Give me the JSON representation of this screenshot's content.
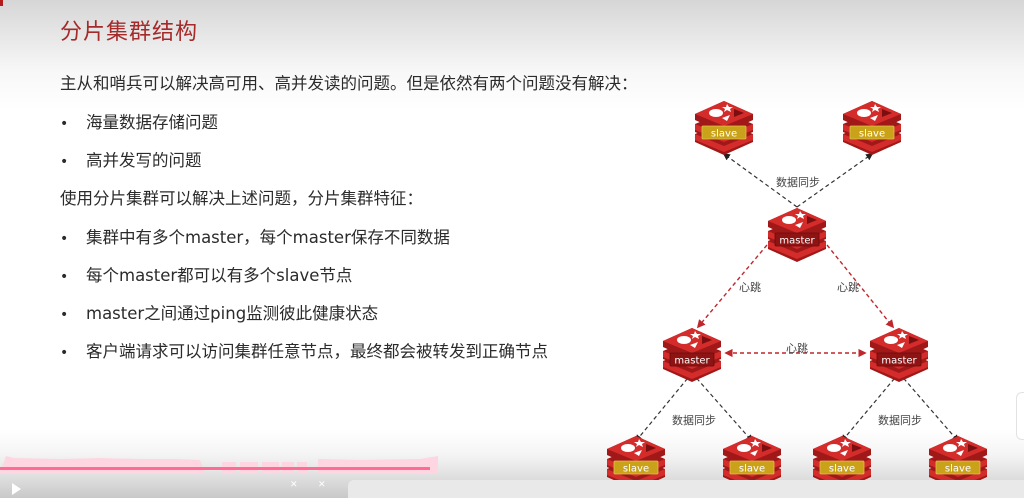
{
  "slide": {
    "title": "分片集群结构",
    "intro": "主从和哨兵可以解决高可用、高并发读的问题。但是依然有两个问题没有解决：",
    "problems": [
      "海量数据存储问题",
      "高并发写的问题"
    ],
    "solution_intro": "使用分片集群可以解决上述问题，分片集群特征：",
    "features": [
      "集群中有多个master，每个master保存不同数据",
      "每个master都可以有多个slave节点",
      "master之间通过ping监测彼此健康状态",
      "客户端请求可以访问集群任意节点，最终都会被转发到正确节点"
    ],
    "bullet_symbol": "•"
  },
  "diagram": {
    "nodes": [
      {
        "id": "slave-top-left",
        "label": "slave",
        "role": "slave"
      },
      {
        "id": "slave-top-right",
        "label": "slave",
        "role": "slave"
      },
      {
        "id": "master-top",
        "label": "master",
        "role": "master"
      },
      {
        "id": "master-left",
        "label": "master",
        "role": "master"
      },
      {
        "id": "master-right",
        "label": "master",
        "role": "master"
      },
      {
        "id": "slave-bottom-1",
        "label": "slave",
        "role": "slave"
      },
      {
        "id": "slave-bottom-2",
        "label": "slave",
        "role": "slave"
      },
      {
        "id": "slave-bottom-3",
        "label": "slave",
        "role": "slave"
      },
      {
        "id": "slave-bottom-4",
        "label": "slave",
        "role": "slave"
      }
    ],
    "edges": [
      {
        "from": "master-top",
        "to": "slave-top-left",
        "type": "sync"
      },
      {
        "from": "master-top",
        "to": "slave-top-right",
        "type": "sync"
      },
      {
        "from": "master-top",
        "to": "master-left",
        "type": "heartbeat"
      },
      {
        "from": "master-top",
        "to": "master-right",
        "type": "heartbeat"
      },
      {
        "from": "master-left",
        "to": "master-right",
        "type": "heartbeat"
      },
      {
        "from": "master-left",
        "to": "slave-bottom-1",
        "type": "sync"
      },
      {
        "from": "master-left",
        "to": "slave-bottom-2",
        "type": "sync"
      },
      {
        "from": "master-right",
        "to": "slave-bottom-3",
        "type": "sync"
      },
      {
        "from": "master-right",
        "to": "slave-bottom-4",
        "type": "sync"
      }
    ],
    "labels": {
      "sync": "数据同步",
      "heartbeat": "心跳"
    },
    "colors": {
      "node_red": "#d42b2b",
      "node_dark": "#a01818",
      "slave_band": "#c9a21a",
      "master_band": "#8e1414",
      "sync_line": "#333333",
      "heartbeat_line": "#c0262b"
    }
  },
  "player": {
    "progress_percent": 42,
    "accent_color": "#ff6b93"
  }
}
